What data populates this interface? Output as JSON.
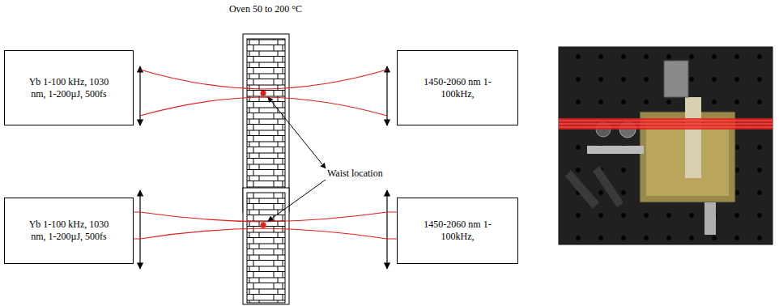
{
  "diagram": {
    "nodes": [
      {
        "text": [
          "Yb 1-100 kHz, 1030 nm, 1-200µJ, 500fs"
        ]
      },
      {
        "text": [
          "1450-2060 nm 1-100kHz,"
        ]
      },
      {
        "text": [
          "Yb 1-100 kHz, 1030 nm, 1-200µJ, 500fs"
        ]
      },
      {
        "text": [
          "1450-2060 nm 1-100kHz,"
        ]
      }
    ],
    "labels": [
      "Oven 50 to 200 °C",
      "Waist location"
    ]
  }
}
